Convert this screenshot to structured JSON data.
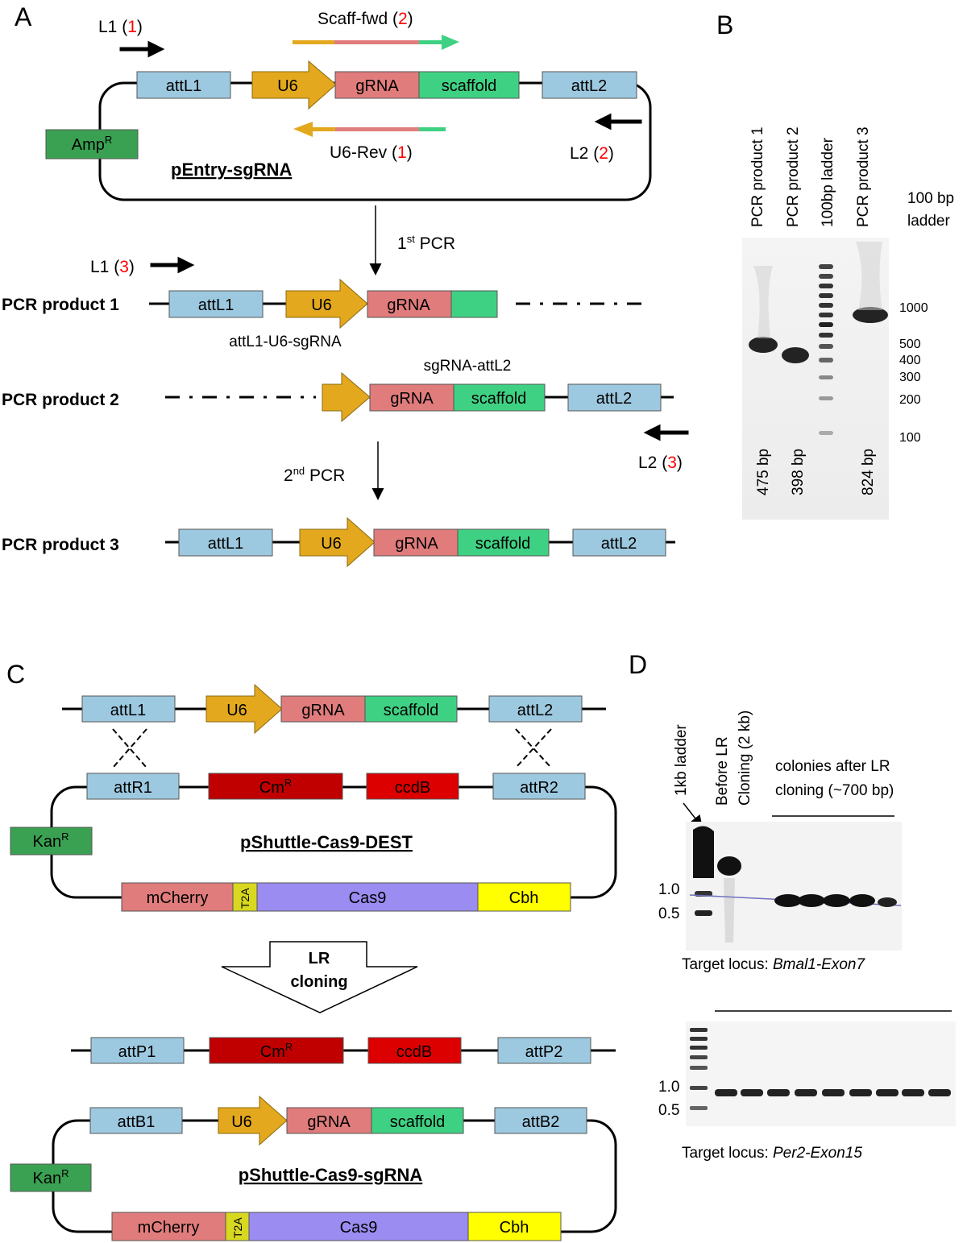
{
  "colors": {
    "att": "#9dc9e0",
    "u6": "#e3a81e",
    "grna": "#e07c7c",
    "scaffold": "#3fd183",
    "amp": "#3aa152",
    "cmr": "#c00000",
    "cas9": "#9a8cf0",
    "cbh": "#ffff00",
    "t2a": "#d8d820",
    "red": "#ff0000"
  },
  "panel_a": {
    "panel_label": "A",
    "primer_l1_1": {
      "name": "L1 (",
      "num": "1",
      "close": ")"
    },
    "primer_scaff_fwd": {
      "name": "Scaff-fwd (",
      "num": "2",
      "close": ")"
    },
    "primer_u6_rev": {
      "name": "U6-Rev (",
      "num": "1",
      "close": ")"
    },
    "primer_l2_2": {
      "name": "L2 (",
      "num": "2",
      "close": ")"
    },
    "primer_l1_3": {
      "name": "L1 (",
      "num": "3",
      "close": ")"
    },
    "primer_l2_3": {
      "name": "L2 (",
      "num": "3",
      "close": ")"
    },
    "plasmid_name": "pEntry-sgRNA",
    "amp_label": "Amp",
    "amp_sup": "R",
    "labels": {
      "attL1": "attL1",
      "attL2": "attL2",
      "u6": "U6",
      "grna": "gRNA",
      "scaffold": "scaffold"
    },
    "first_pcr": "1",
    "first_pcr_sup": "st",
    "first_pcr_rest": " PCR",
    "second_pcr": "2",
    "second_pcr_sup": "nd",
    "second_pcr_rest": " PCR",
    "product1_label": "PCR product 1",
    "product1_name": "attL1-U6-sgRNA",
    "product2_label": "PCR product 2",
    "product2_name": "sgRNA-attL2",
    "product3_label": "PCR product 3"
  },
  "panel_b": {
    "panel_label": "B",
    "lanes": [
      "PCR product 1",
      "PCR product 2",
      "100bp ladder",
      "PCR product 3"
    ],
    "ladder_title_1": "100  bp",
    "ladder_title_2": "ladder",
    "ladder_marks": [
      "1000",
      "500",
      "400",
      "300",
      "200",
      "100"
    ],
    "sizes": [
      "475 bp",
      "398 bp",
      "824 bp"
    ]
  },
  "panel_c": {
    "panel_label": "C",
    "top": {
      "attL1": "attL1",
      "u6": "U6",
      "grna": "gRNA",
      "scaffold": "scaffold",
      "attL2": "attL2"
    },
    "dest": {
      "attR1": "attR1",
      "cmr": "Cm",
      "cmr_sup": "R",
      "ccdb": "ccdB",
      "attR2": "attR2",
      "kan": "Kan",
      "kan_sup": "R",
      "name": "pShuttle-Cas9-DEST",
      "mcherry": "mCherry",
      "t2a": "T2A",
      "cas9": "Cas9",
      "cbh": "Cbh"
    },
    "lr_arrow_1": "LR",
    "lr_arrow_2": "cloning",
    "byproduct": {
      "attP1": "attP1",
      "cmr": "Cm",
      "cmr_sup": "R",
      "ccdb": "ccdB",
      "attP2": "attP2"
    },
    "final": {
      "attB1": "attB1",
      "u6": "U6",
      "grna": "gRNA",
      "scaffold": "scaffold",
      "attB2": "attB2",
      "kan": "Kan",
      "kan_sup": "R",
      "name": "pShuttle-Cas9-sgRNA",
      "mcherry": "mCherry",
      "t2a": "T2A",
      "cas9": "Cas9",
      "cbh": "Cbh"
    }
  },
  "panel_d": {
    "panel_label": "D",
    "ladder_label": "1kb ladder",
    "before_1": "Before  LR",
    "before_2": "Cloning (2 kb)",
    "colonies_1": "colonies after LR",
    "colonies_2": "cloning (~700 bp)",
    "marker_high": "1.0",
    "marker_low": "0.5",
    "target1_prefix": "Target  locus: ",
    "target1_locus": "Bmal1-Exon7",
    "target2_prefix": "Target  locus: ",
    "target2_locus": "Per2-Exon15"
  }
}
